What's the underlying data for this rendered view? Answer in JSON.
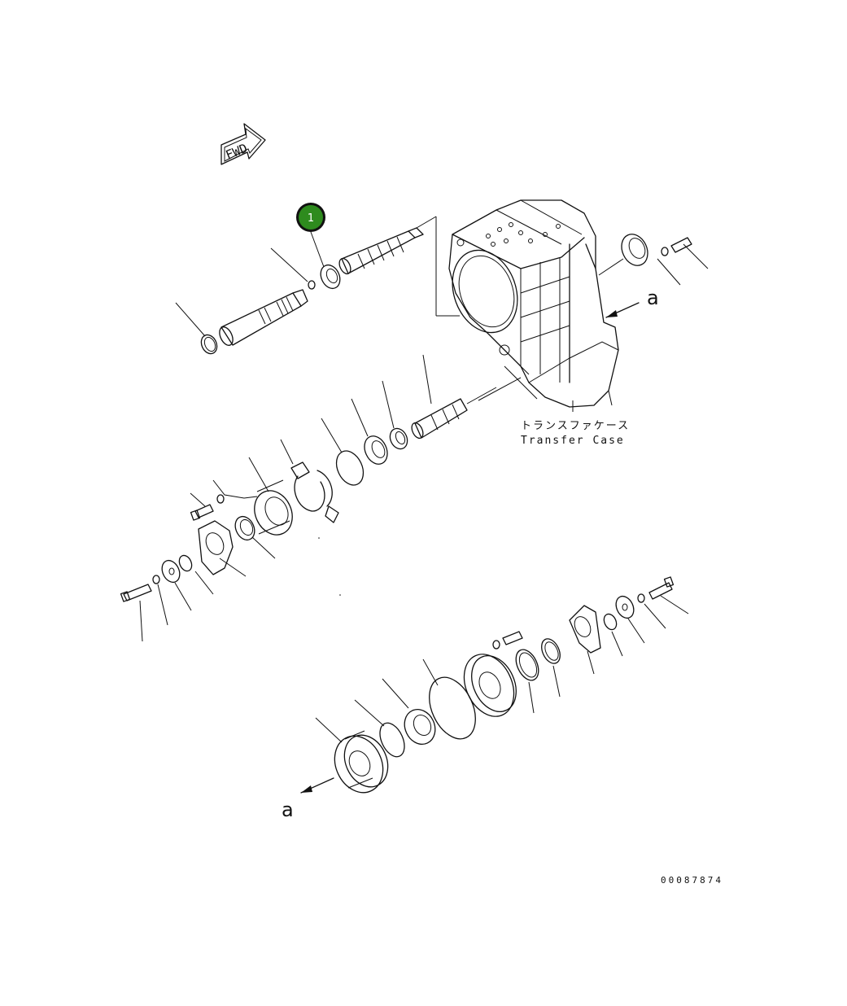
{
  "fwd_label": "FWD",
  "callout": {
    "number": "1",
    "color": "#2e8b1e"
  },
  "case_label_jp": "トランスファケース",
  "case_label_en": "Transfer Case",
  "arrow_label_top": "a",
  "arrow_label_bottom": "a",
  "drawing_number": "00087874"
}
